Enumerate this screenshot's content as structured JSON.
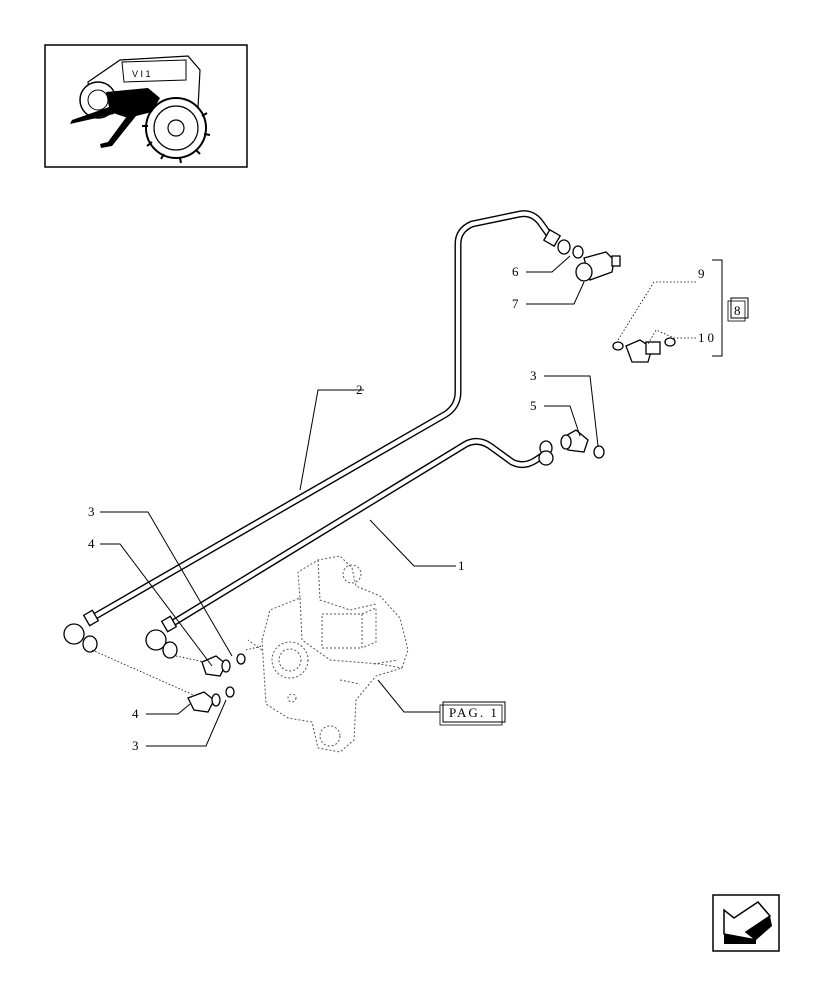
{
  "callouts": {
    "c1": "1",
    "c2": "2",
    "c3a": "3",
    "c3b": "3",
    "c3c": "3",
    "c4a": "4",
    "c4b": "4",
    "c5": "5",
    "c6": "6",
    "c7": "7",
    "c8": "8",
    "c9": "9",
    "c10": "10"
  },
  "page_reference": "PAG. 1",
  "icons": {
    "thumbnail": "tractor-thumbnail-icon",
    "navigation": "back-arrow-icon"
  }
}
